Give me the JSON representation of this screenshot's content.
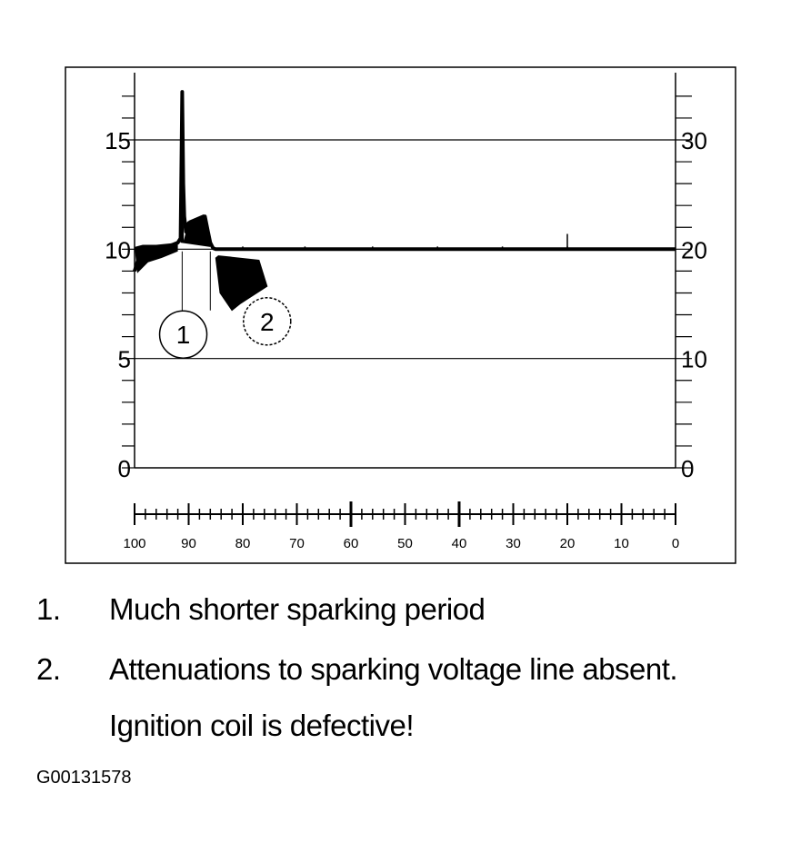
{
  "chart_data": {
    "type": "line",
    "y_left_ticks": [
      "0",
      "5",
      "10",
      "15"
    ],
    "y_left_range": [
      0,
      17.5
    ],
    "y_right_ticks": [
      "0",
      "10",
      "20",
      "30"
    ],
    "y_right_range": [
      0,
      35
    ],
    "x_ticks": [
      "100",
      "90",
      "80",
      "70",
      "60",
      "50",
      "40",
      "30",
      "20",
      "10",
      "0"
    ],
    "x_range": [
      100,
      0
    ],
    "grid": true,
    "series": [
      {
        "x": [
          100,
          99,
          98,
          97,
          96,
          94,
          92,
          91.5,
          91.2,
          91,
          90.8,
          90.5,
          90,
          89,
          88,
          87,
          86.5,
          86,
          85.5,
          85,
          84,
          80,
          60,
          40,
          20,
          0
        ],
        "y": [
          9,
          9.8,
          10.1,
          9.9,
          10.05,
          10.1,
          10.3,
          10.5,
          17.2,
          13,
          11.5,
          10.8,
          11.2,
          10.7,
          11.1,
          11.5,
          10.9,
          10.3,
          10.05,
          10,
          10,
          10,
          10,
          10,
          10,
          10
        ]
      }
    ],
    "shaded_region": {
      "x": [
        85,
        84.5,
        77,
        75.5,
        80.5,
        82,
        84.2
      ],
      "y": [
        9.6,
        9.7,
        9.5,
        8.3,
        7.5,
        7.2,
        8.0
      ]
    },
    "annotations": [
      {
        "label": "1",
        "x": 91,
        "y": 6.1,
        "bracket_x": [
          91.2,
          86
        ],
        "bracket_y": [
          7.2,
          9.9
        ]
      },
      {
        "label": "2",
        "x": 75.5,
        "y": 6.7
      }
    ]
  },
  "notes": [
    {
      "number": "1.",
      "text": "Much shorter sparking period"
    },
    {
      "number": "2.",
      "text": "Attenuations to sparking voltage line absent."
    },
    {
      "number": "",
      "text": "Ignition coil is defective!"
    }
  ],
  "figure_id": "G00131578"
}
